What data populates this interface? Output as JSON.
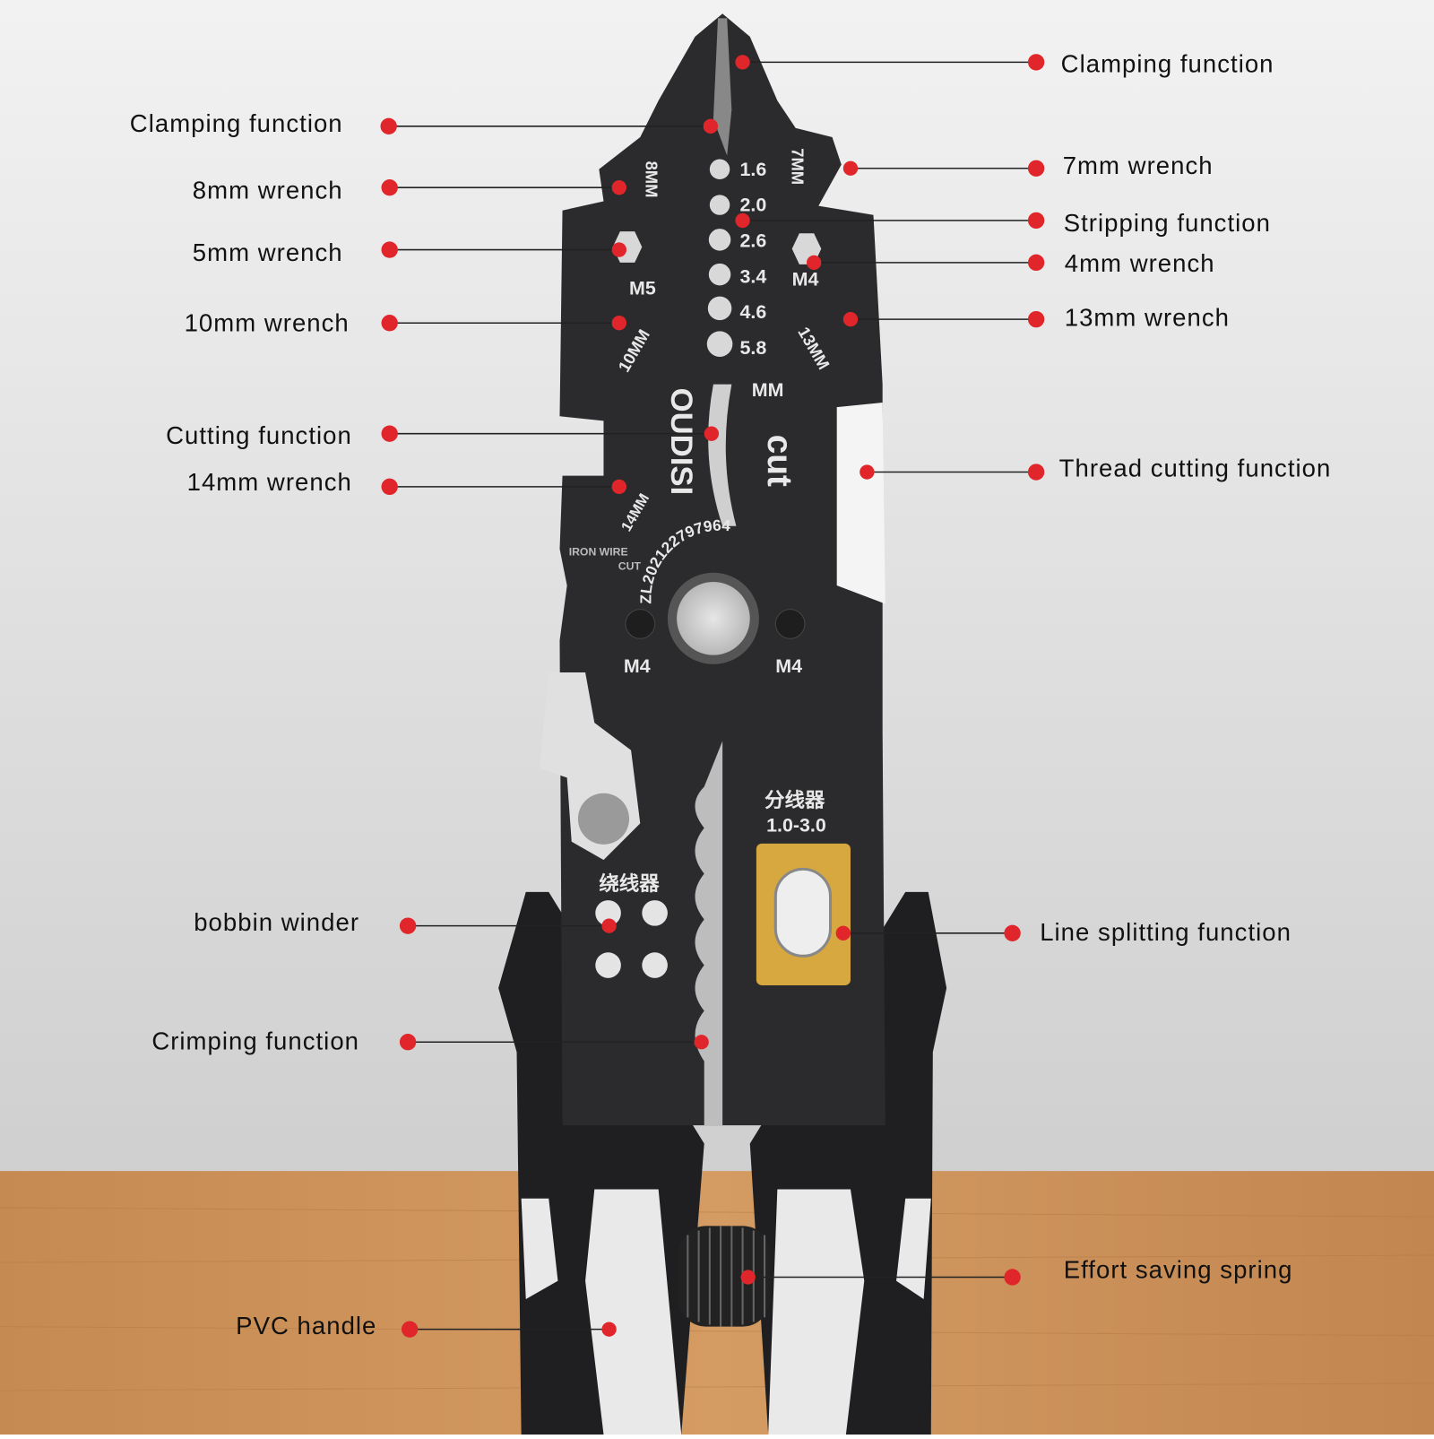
{
  "callouts_left": [
    {
      "label": "Clamping function"
    },
    {
      "label": "8mm wrench"
    },
    {
      "label": "5mm wrench"
    },
    {
      "label": "10mm wrench"
    },
    {
      "label": "Cutting function"
    },
    {
      "label": "14mm wrench"
    },
    {
      "label": "bobbin winder"
    },
    {
      "label": "Crimping function"
    },
    {
      "label": "PVC handle"
    }
  ],
  "callouts_right": [
    {
      "label": "Clamping function"
    },
    {
      "label": "7mm wrench"
    },
    {
      "label": "Stripping function"
    },
    {
      "label": "4mm wrench"
    },
    {
      "label": "13mm wrench"
    },
    {
      "label": "Thread cutting function"
    },
    {
      "label": "Line splitting function"
    },
    {
      "label": "Effort saving spring"
    }
  ],
  "tool_markings": {
    "gauge_sizes": [
      "1.6",
      "2.0",
      "2.6",
      "3.4",
      "4.6",
      "5.8"
    ],
    "gauge_unit": "MM",
    "wrench_8": "8MM",
    "wrench_7": "7MM",
    "hex_m5": "M5",
    "hex_m4": "M4",
    "wrench_10": "10MM",
    "wrench_13": "13MM",
    "brand": "OUDISI",
    "cut": "cut",
    "wrench_14": "14MM",
    "iron_wire_1": "IRON WIRE",
    "iron_wire_2": "CUT",
    "patent": "ZL202122797964",
    "m4_left": "M4",
    "m4_right": "M4",
    "splitter_cn": "分线器",
    "splitter_range": "1.0-3.0",
    "winder_cn": "绕线器"
  },
  "colors": {
    "dot": "#e0262a",
    "tool": "#2b2b2d",
    "wood": "#c9915a"
  }
}
